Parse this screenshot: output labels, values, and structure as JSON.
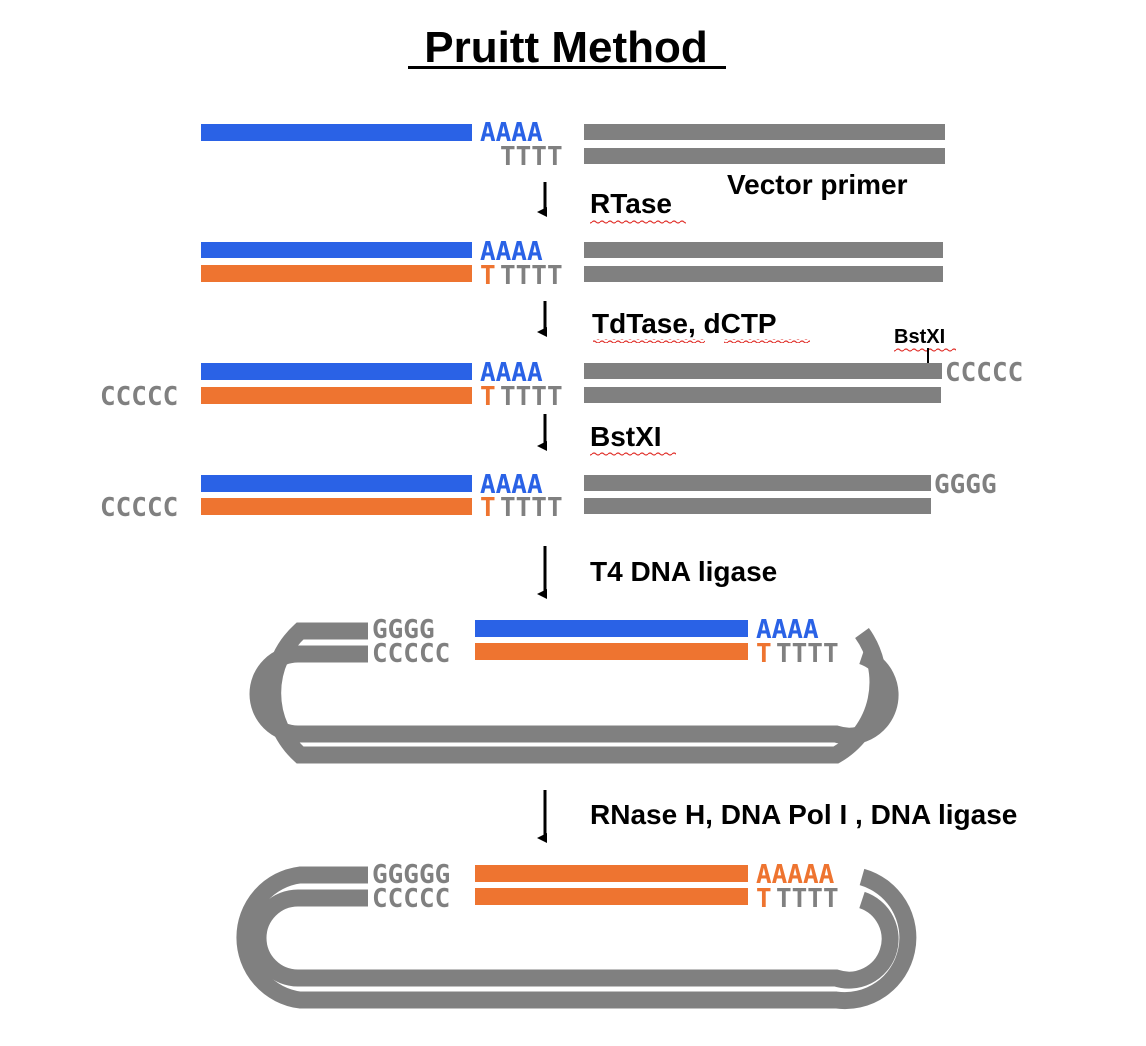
{
  "title": "Pruitt Method",
  "colors": {
    "mrna": "#2a62e6",
    "cdna": "#ee7430",
    "vector": "#808080",
    "text": "#000000",
    "spellcheck": "#e0302a"
  },
  "steps": {
    "s1": {
      "top_seq": "AAAA",
      "bottom_seq": "TTTT",
      "vector_label": "Vector primer"
    },
    "a1": {
      "label": "RTase"
    },
    "s2": {
      "top_seq": "AAAA",
      "bottom_first": "T",
      "bottom_rest": "TTTT"
    },
    "a2": {
      "label": "TdTase, dCTP"
    },
    "s3": {
      "top_seq": "AAAA",
      "bottom_first": "T",
      "bottom_rest": "TTTT",
      "left_tail": "CCCCC",
      "right_tail": "CCCCC",
      "site_label": "BstXI"
    },
    "a3": {
      "label": "BstXI"
    },
    "s4": {
      "top_seq": "AAAA",
      "bottom_first": "T",
      "bottom_rest": "TTTT",
      "left_tail": "CCCCC",
      "right_tail": "GGGG"
    },
    "a4": {
      "label": "T4 DNA ligase"
    },
    "s5": {
      "top_left": "GGGG",
      "bottom_left": "CCCCC",
      "top_right": "AAAA",
      "bottom_first": "T",
      "bottom_rest": "TTTT"
    },
    "a5": {
      "label": "RNase H, DNA Pol I , DNA ligase"
    },
    "s6": {
      "top_left": "GGGGG",
      "bottom_left": "CCCCC",
      "top_right": "AAAAA",
      "bottom_first": "T",
      "bottom_rest": "TTTT"
    }
  }
}
